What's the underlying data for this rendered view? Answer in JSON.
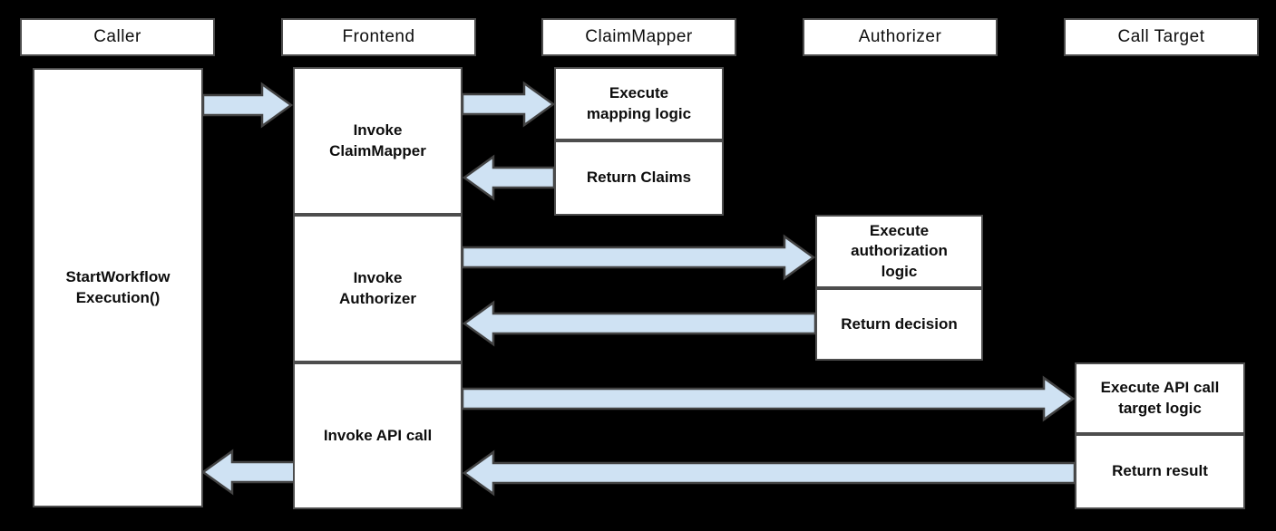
{
  "diagram": {
    "type": "sequence-diagram",
    "lifelines": [
      {
        "id": "caller",
        "label": "Caller"
      },
      {
        "id": "frontend",
        "label": "Frontend"
      },
      {
        "id": "claim_mapper",
        "label": "ClaimMapper"
      },
      {
        "id": "authorizer",
        "label": "Authorizer"
      },
      {
        "id": "call_target",
        "label": "Call Target"
      }
    ],
    "activations": [
      {
        "lifeline": "caller",
        "label": "StartWorkflow\nExecution()"
      },
      {
        "lifeline": "frontend",
        "label": "Invoke\nClaimMapper"
      },
      {
        "lifeline": "frontend",
        "label": "Invoke\nAuthorizer"
      },
      {
        "lifeline": "frontend",
        "label": "Invoke API call"
      },
      {
        "lifeline": "claim_mapper",
        "label": "Execute\nmapping logic"
      },
      {
        "lifeline": "claim_mapper",
        "label": "Return Claims"
      },
      {
        "lifeline": "authorizer",
        "label": "Execute\nauthorization\nlogic"
      },
      {
        "lifeline": "authorizer",
        "label": "Return decision"
      },
      {
        "lifeline": "call_target",
        "label": "Execute API call\ntarget logic"
      },
      {
        "lifeline": "call_target",
        "label": "Return result"
      }
    ],
    "arrows": [
      {
        "from": "caller",
        "to": "frontend",
        "direction": "right"
      },
      {
        "from": "frontend",
        "to": "claim_mapper",
        "direction": "right"
      },
      {
        "from": "claim_mapper",
        "to": "frontend",
        "direction": "left"
      },
      {
        "from": "frontend",
        "to": "authorizer",
        "direction": "right"
      },
      {
        "from": "authorizer",
        "to": "frontend",
        "direction": "left"
      },
      {
        "from": "frontend",
        "to": "call_target",
        "direction": "right"
      },
      {
        "from": "call_target",
        "to": "frontend",
        "direction": "left"
      },
      {
        "from": "frontend",
        "to": "caller",
        "direction": "left"
      }
    ],
    "colors": {
      "background": "#000000",
      "box_fill": "#ffffff",
      "box_border": "#4d4d4d",
      "arrow_fill": "#cfe2f3",
      "arrow_stroke": "#434343",
      "text": "#0d0d0d"
    }
  }
}
